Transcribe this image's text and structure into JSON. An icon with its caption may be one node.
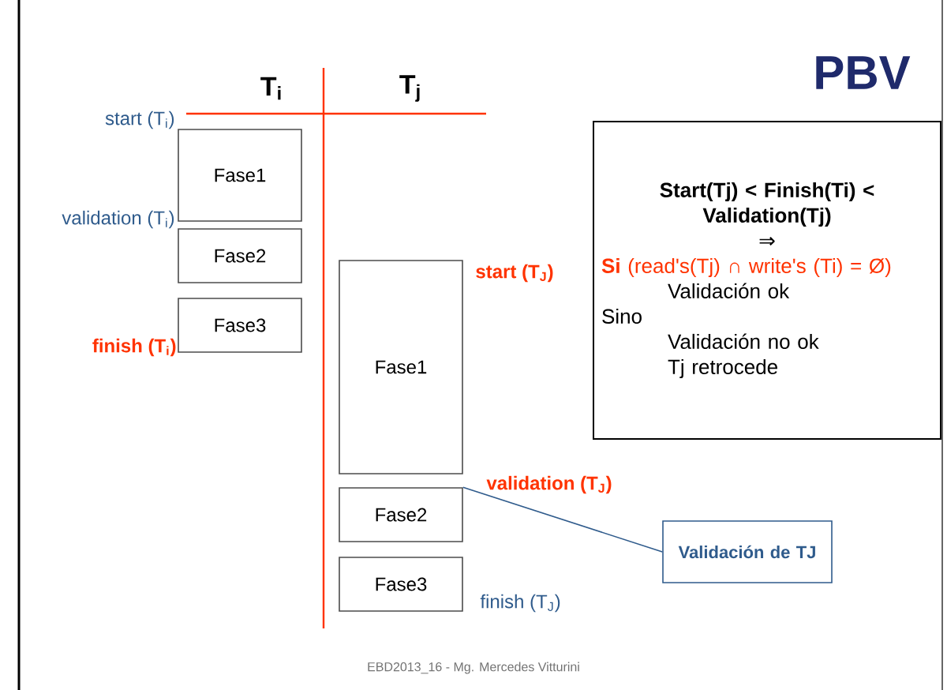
{
  "diagram": {
    "title": "PBV",
    "nodes": [
      {
        "text": [
          "Fase1"
        ]
      },
      {
        "text": [
          "Fase2"
        ]
      },
      {
        "text": [
          "Fase3"
        ]
      },
      {
        "text": [
          "Fase1"
        ]
      },
      {
        "text": [
          "Fase2"
        ]
      },
      {
        "text": [
          "Fase3"
        ]
      },
      {
        "text": [
          "Start(Tj) < Finish(Ti) < Validation(Tj)",
          "⇒",
          "**Si** (read's(Tj) ∩ write's (Ti) = Ø)",
          "Validación ok",
          "Sino",
          "Validación no ok",
          "Tj retrocede"
        ]
      },
      {
        "text": [
          "Validación de TJ"
        ]
      }
    ],
    "edges": [
      {
        "from": 7,
        "to": 4,
        "arrow": "none",
        "color": "#2f5b8c"
      }
    ],
    "labels": [
      "T$_{i}$",
      "T$_{j}$",
      "start (T$_{i}$)",
      "validation (T$_{i}$)",
      "finish (T$_{i}$)",
      "start (T$_{J}$)",
      "validation (T$_{J}$)",
      "finish (T$_{J}$)",
      "EBD2013_16 - Mg. Mercedes Vitturini"
    ]
  }
}
